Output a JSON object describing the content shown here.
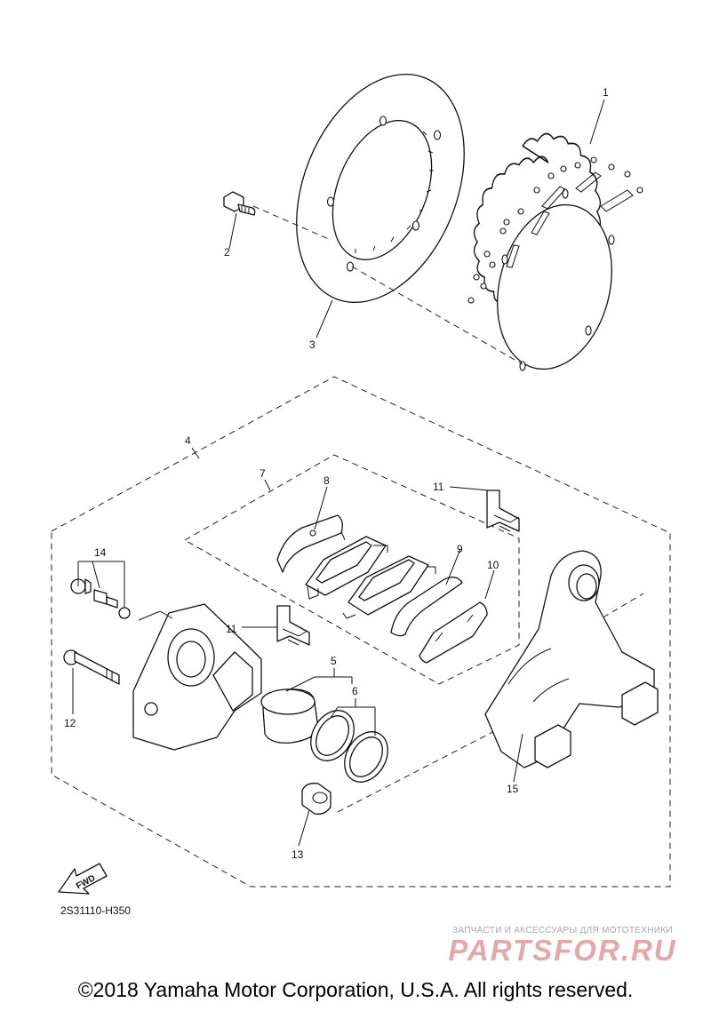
{
  "callouts": {
    "c1": "1",
    "c2": "2",
    "c3": "3",
    "c4": "4",
    "c5": "5",
    "c6": "6",
    "c7": "7",
    "c8": "8",
    "c9": "9",
    "c10": "10",
    "c11a": "11",
    "c11b": "11",
    "c12": "12",
    "c13": "13",
    "c14": "14",
    "c15": "15"
  },
  "fwd_label": "FWD",
  "diagram_code": "2S31110-H350",
  "watermark": {
    "tagline": "ЗАПЧАСТИ И АКСЕССУАРЫ ДЛЯ МОТОТЕХНИКИ",
    "logo": "PARTSFOR.RU"
  },
  "copyright": "©2018 Yamaha Motor Corporation, U.S.A. All rights reserved."
}
